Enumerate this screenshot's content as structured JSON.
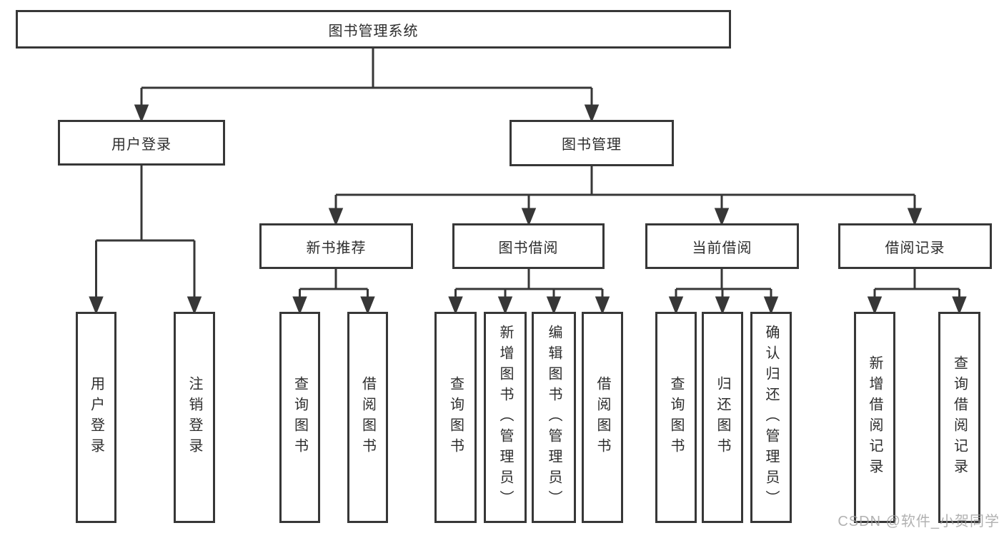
{
  "tree": {
    "root": "图书管理系统",
    "children": [
      {
        "label": "用户登录",
        "children": [
          "用户登录",
          "注销登录"
        ]
      },
      {
        "label": "图书管理",
        "children": [
          {
            "label": "新书推荐",
            "children": [
              "查询图书",
              "借阅图书"
            ]
          },
          {
            "label": "图书借阅",
            "children": [
              "查询图书",
              "新增图书（管理员）",
              "编辑图书（管理员）",
              "借阅图书"
            ]
          },
          {
            "label": "当前借阅",
            "children": [
              "查询图书",
              "归还图书",
              "确认归还（管理员）"
            ]
          },
          {
            "label": "借阅记录",
            "children": [
              "新增借阅记录",
              "查询借阅记录"
            ]
          }
        ]
      }
    ]
  },
  "watermark": {
    "text": "CSDN @软件_小贺同学"
  },
  "colors": {
    "line": "#373737",
    "text": "#2d2d2d",
    "background": "#ffffff",
    "watermark": "#9e9e9e"
  }
}
